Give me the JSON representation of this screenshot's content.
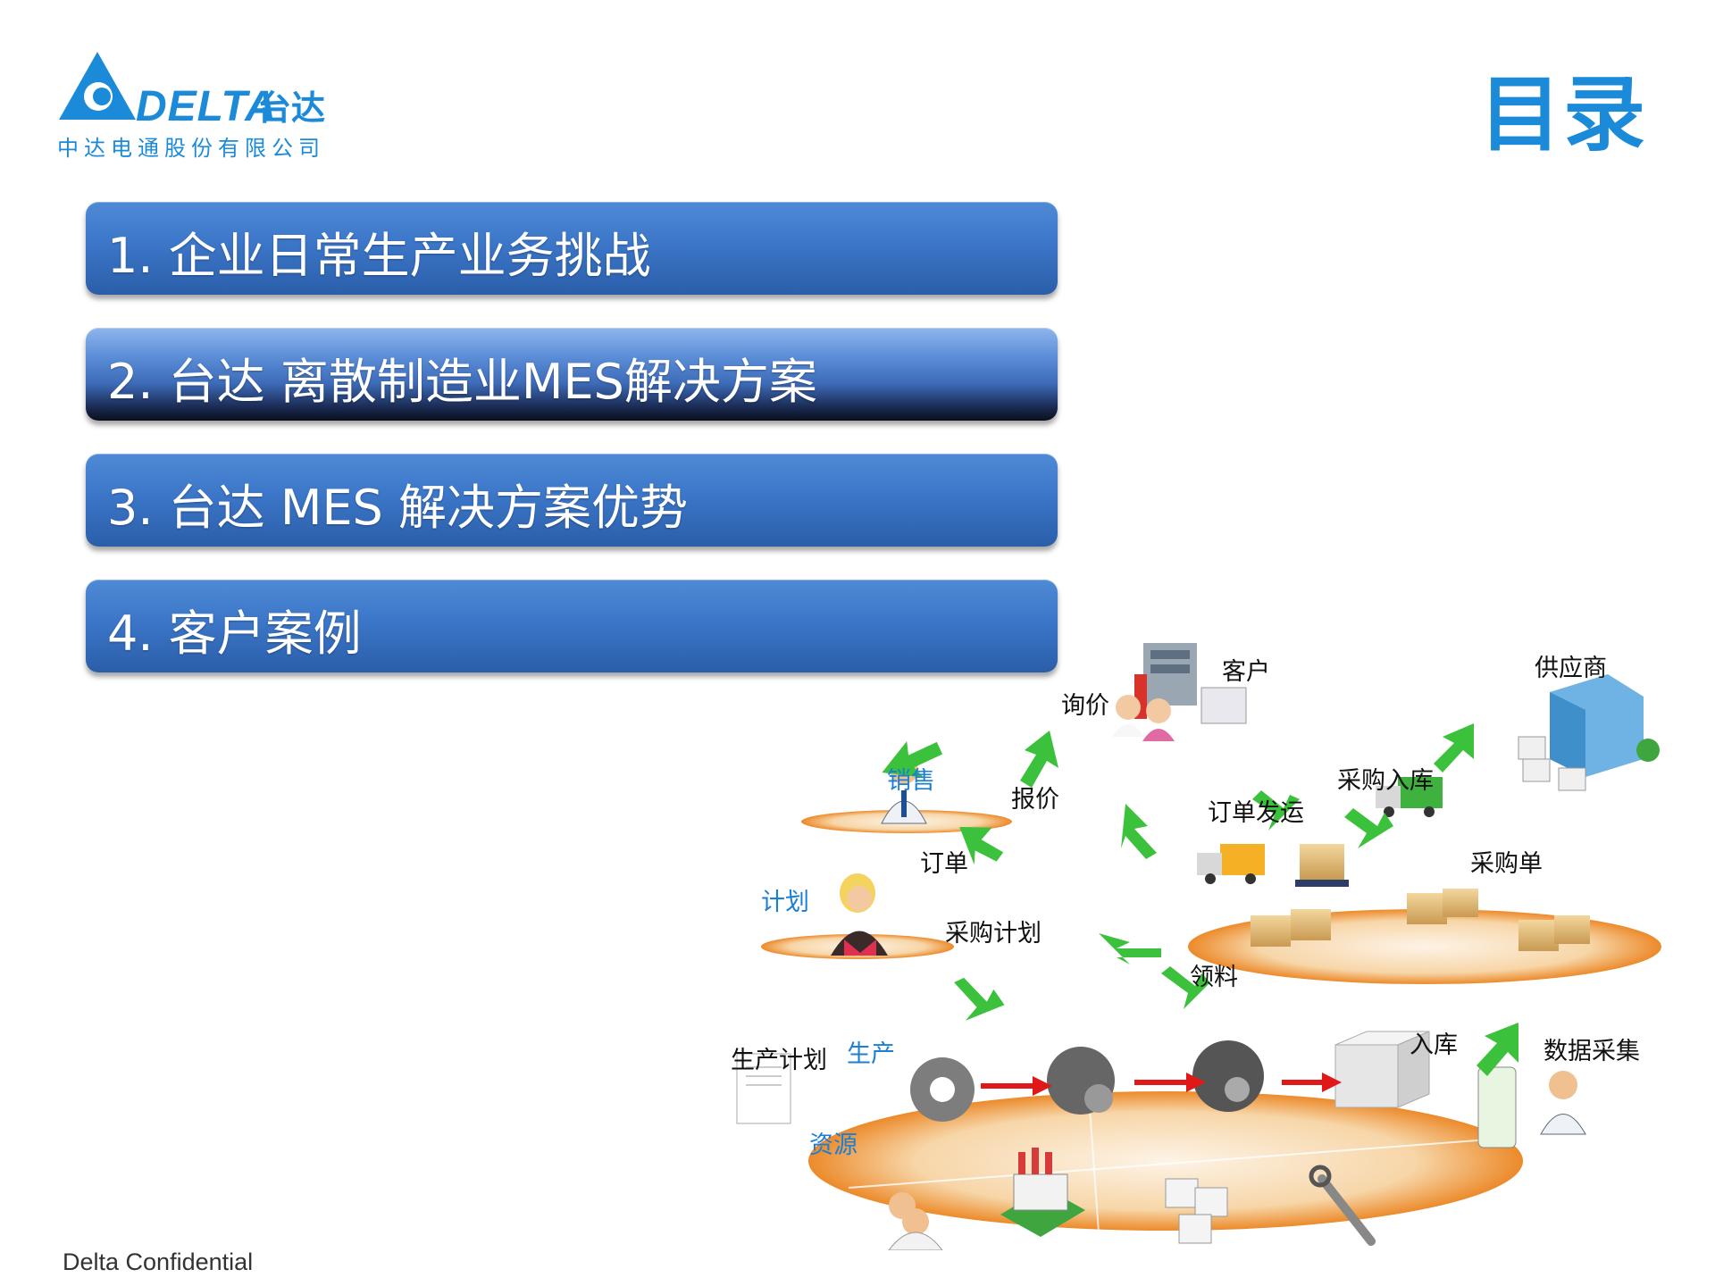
{
  "logo": {
    "brand": "DELTA",
    "brand_cn": "台达",
    "company": "中达电通股份有限公司"
  },
  "page_title": "目录",
  "menu": {
    "items": [
      {
        "label": "1. 企业日常生产业务挑战",
        "active": false
      },
      {
        "label": "2. 台达 离散制造业MES解决方案",
        "active": true
      },
      {
        "label": "3. 台达 MES 解决方案优势",
        "active": false
      },
      {
        "label": "4. 客户案例",
        "active": false
      }
    ]
  },
  "diagram": {
    "customer": "客户",
    "inquiry": "询价",
    "supplier": "供应商",
    "sales": "销售",
    "quote": "报价",
    "purchase_in": "采购入库",
    "order_ship": "订单发运",
    "order": "订单",
    "purchase_order": "采购单",
    "plan": "计划",
    "purchase_plan": "采购计划",
    "picking": "领料",
    "warehouse_in": "入库",
    "production_plan": "生产计划",
    "production": "生产",
    "data_collection": "数据采集",
    "resources": "资源"
  },
  "colors": {
    "brand_blue": "#1b8ad8",
    "menu_blue": "#3c76c8",
    "arrow_green": "#3cc13c",
    "arrow_red": "#e01818",
    "platform_orange": "#f4a04a"
  },
  "footer": "Delta Confidential"
}
